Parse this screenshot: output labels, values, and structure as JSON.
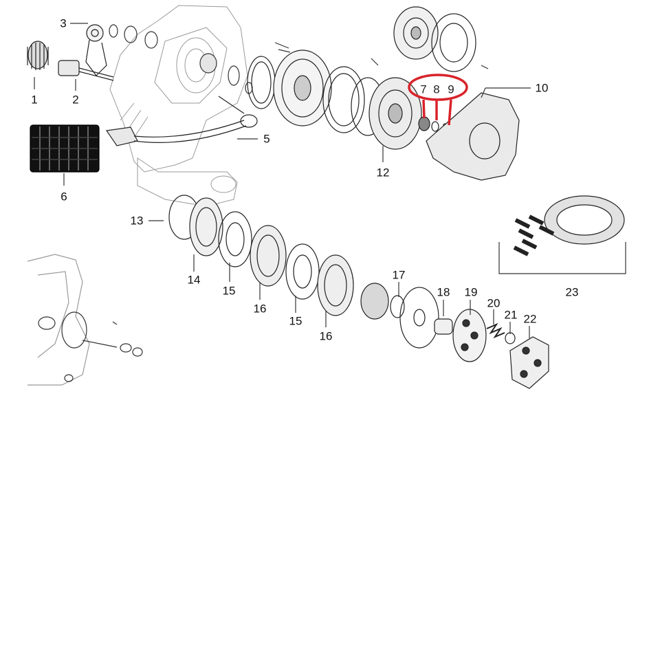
{
  "diagram": {
    "callouts": [
      {
        "id": "p1",
        "label": "1"
      },
      {
        "id": "p2",
        "label": "2"
      },
      {
        "id": "p3",
        "label": "3"
      },
      {
        "id": "p5",
        "label": "5"
      },
      {
        "id": "p6",
        "label": "6"
      },
      {
        "id": "p7",
        "label": "7"
      },
      {
        "id": "p8",
        "label": "8"
      },
      {
        "id": "p9",
        "label": "9"
      },
      {
        "id": "p10",
        "label": "10"
      },
      {
        "id": "p12",
        "label": "12"
      },
      {
        "id": "p13",
        "label": "13"
      },
      {
        "id": "p14",
        "label": "14"
      },
      {
        "id": "p15a",
        "label": "15"
      },
      {
        "id": "p16a",
        "label": "16"
      },
      {
        "id": "p15b",
        "label": "15"
      },
      {
        "id": "p16b",
        "label": "16"
      },
      {
        "id": "p17",
        "label": "17"
      },
      {
        "id": "p18",
        "label": "18"
      },
      {
        "id": "p19",
        "label": "19"
      },
      {
        "id": "p20",
        "label": "20"
      },
      {
        "id": "p21",
        "label": "21"
      },
      {
        "id": "p22",
        "label": "22"
      },
      {
        "id": "p23",
        "label": "23"
      }
    ],
    "highlight": {
      "color": "#d8232a",
      "encircled_labels": [
        "7",
        "8",
        "9"
      ]
    },
    "line_color": "#333333"
  }
}
